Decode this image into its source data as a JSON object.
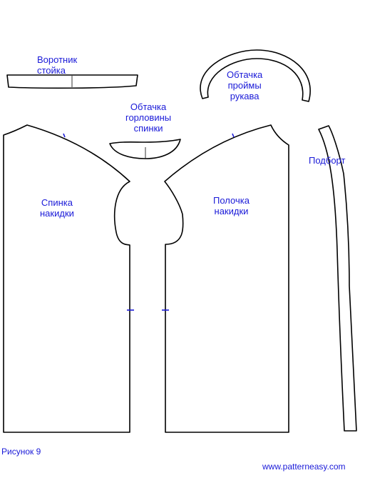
{
  "pieces": {
    "collar": {
      "lines": [
        "Воротник",
        "стойка"
      ]
    },
    "armhole_facing": {
      "lines": [
        "Обтачка",
        "проймы",
        "рукава"
      ]
    },
    "back_neck_facing": {
      "lines": [
        "Обтачка",
        "горловины",
        "спинки"
      ]
    },
    "back": {
      "lines": [
        "Спинка",
        "накидки"
      ]
    },
    "front": {
      "lines": [
        "Полочка",
        "накидки"
      ]
    },
    "front_facing": {
      "label": "Подборт"
    }
  },
  "figure_caption": "Рисунок 9",
  "website": "www.patterneasy.com",
  "colors": {
    "outline": "#000000",
    "labels": "#1a1ad8"
  }
}
